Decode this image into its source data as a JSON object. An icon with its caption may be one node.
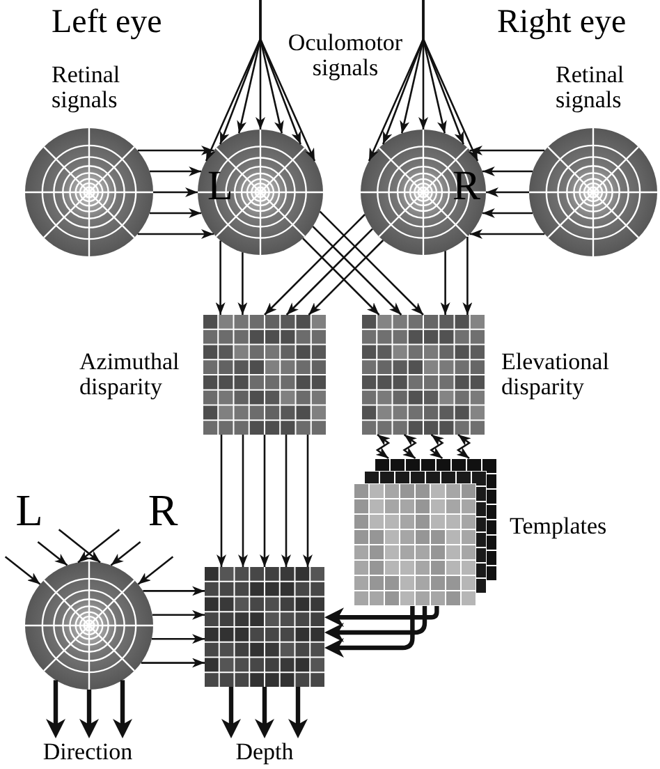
{
  "diagram": {
    "nodes": [
      {
        "text": [],
        "shape": "circle",
        "beside": [
          "Retinal signals"
        ]
      },
      {
        "text": [
          "L"
        ]
      },
      {
        "text": [
          "R"
        ]
      },
      {
        "text": [],
        "shape": "circle",
        "beside": [
          "Retinal signals"
        ]
      },
      {
        "text": [],
        "shape": "grid",
        "beside": [
          "Azimuthal disparity"
        ]
      },
      {
        "text": [],
        "shape": "grid",
        "beside": [
          "Elevational disparity"
        ]
      },
      {
        "text": [],
        "shape": "stack",
        "beside": [
          "Templates"
        ]
      },
      {
        "text": [
          "L"
        ]
      },
      {
        "text": [
          "R"
        ]
      },
      {
        "text": [],
        "shape": "circle"
      },
      {
        "text": [],
        "shape": "grid"
      },
      {
        "text": [
          "Direction"
        ]
      },
      {
        "text": [
          "Depth"
        ]
      }
    ],
    "edges": [
      {
        "from": null,
        "to": 1,
        "arrow": "to"
      },
      {
        "from": null,
        "to": 1,
        "arrow": "to"
      },
      {
        "from": null,
        "to": 1,
        "arrow": "to"
      },
      {
        "from": null,
        "to": 1,
        "arrow": "to"
      },
      {
        "from": null,
        "to": 1,
        "arrow": "to"
      },
      {
        "from": null,
        "to": 1,
        "arrow": "to"
      },
      {
        "from": null,
        "to": 1,
        "arrow": "to"
      },
      {
        "from": null,
        "to": 2,
        "arrow": "to"
      },
      {
        "from": null,
        "to": 2,
        "arrow": "to"
      },
      {
        "from": null,
        "to": 2,
        "arrow": "to"
      },
      {
        "from": null,
        "to": 2,
        "arrow": "to"
      },
      {
        "from": null,
        "to": 2,
        "arrow": "to"
      },
      {
        "from": null,
        "to": 2,
        "arrow": "to"
      },
      {
        "from": null,
        "to": 2,
        "arrow": "to"
      },
      {
        "from": 0,
        "to": 1,
        "arrow": "to"
      },
      {
        "from": 0,
        "to": 1,
        "arrow": "to"
      },
      {
        "from": 0,
        "to": 1,
        "arrow": "to"
      },
      {
        "from": 0,
        "to": 1,
        "arrow": "to"
      },
      {
        "from": 0,
        "to": 1,
        "arrow": "to"
      },
      {
        "from": 3,
        "to": 2,
        "arrow": "to"
      },
      {
        "from": 3,
        "to": 2,
        "arrow": "to"
      },
      {
        "from": 3,
        "to": 2,
        "arrow": "to"
      },
      {
        "from": 3,
        "to": 2,
        "arrow": "to"
      },
      {
        "from": 3,
        "to": 2,
        "arrow": "to"
      },
      {
        "from": 1,
        "to": 4,
        "arrow": "to"
      },
      {
        "from": 1,
        "to": 4,
        "arrow": "to"
      },
      {
        "from": 2,
        "to": 4,
        "arrow": "to"
      },
      {
        "from": 2,
        "to": 4,
        "arrow": "to"
      },
      {
        "from": 2,
        "to": 4,
        "arrow": "to"
      },
      {
        "from": 1,
        "to": 5,
        "arrow": "to"
      },
      {
        "from": 1,
        "to": 5,
        "arrow": "to"
      },
      {
        "from": 1,
        "to": 5,
        "arrow": "to"
      },
      {
        "from": 2,
        "to": 5,
        "arrow": "to"
      },
      {
        "from": 2,
        "to": 5,
        "arrow": "to"
      },
      {
        "from": 5,
        "to": 6,
        "arrow": "both"
      },
      {
        "from": 5,
        "to": 6,
        "arrow": "both"
      },
      {
        "from": 5,
        "to": 6,
        "arrow": "both"
      },
      {
        "from": 5,
        "to": 6,
        "arrow": "both"
      },
      {
        "from": 4,
        "to": 10,
        "arrow": "to"
      },
      {
        "from": 4,
        "to": 10,
        "arrow": "to"
      },
      {
        "from": 4,
        "to": 10,
        "arrow": "to"
      },
      {
        "from": 4,
        "to": 10,
        "arrow": "to"
      },
      {
        "from": 4,
        "to": 10,
        "arrow": "to"
      },
      {
        "from": 6,
        "to": 10,
        "arrow": "to",
        "style": "thick"
      },
      {
        "from": 6,
        "to": 10,
        "arrow": "to",
        "style": "thick"
      },
      {
        "from": 6,
        "to": 10,
        "arrow": "to",
        "style": "thick"
      },
      {
        "from": 7,
        "to": 9,
        "arrow": "to"
      },
      {
        "from": 7,
        "to": 9,
        "arrow": "to"
      },
      {
        "from": 7,
        "to": 9,
        "arrow": "to"
      },
      {
        "from": 8,
        "to": 9,
        "arrow": "to"
      },
      {
        "from": 8,
        "to": 9,
        "arrow": "to"
      },
      {
        "from": 8,
        "to": 9,
        "arrow": "to"
      },
      {
        "from": 9,
        "to": 10,
        "arrow": "to"
      },
      {
        "from": 9,
        "to": 10,
        "arrow": "to"
      },
      {
        "from": 9,
        "to": 10,
        "arrow": "to"
      },
      {
        "from": 9,
        "to": 10,
        "arrow": "to"
      },
      {
        "from": 9,
        "to": 11,
        "arrow": "to",
        "style": "thick"
      },
      {
        "from": 9,
        "to": 11,
        "arrow": "to",
        "style": "thick"
      },
      {
        "from": 9,
        "to": 11,
        "arrow": "to",
        "style": "thick"
      },
      {
        "from": 10,
        "to": 12,
        "arrow": "to",
        "style": "thick"
      },
      {
        "from": 10,
        "to": 12,
        "arrow": "to",
        "style": "thick"
      },
      {
        "from": 10,
        "to": 12,
        "arrow": "to",
        "style": "thick"
      }
    ],
    "labels": [
      "Left eye",
      "Oculomotor signals",
      "Right eye"
    ]
  }
}
